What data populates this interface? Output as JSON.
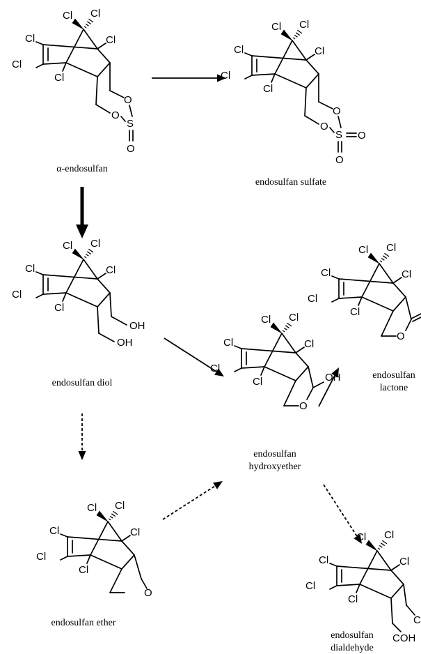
{
  "atoms": {
    "chlorine": "Cl",
    "oxygen": "O",
    "sulfur": "S",
    "hydroxyl": "OH",
    "aldehyde": "COH"
  },
  "compounds": {
    "alpha_endosulfan": "α-endosulfan",
    "endosulfan_sulfate": "endosulfan sulfate",
    "endosulfan_diol": "endosulfan diol",
    "endosulfan_ether": "endosulfan ether",
    "endosulfan_hydroxyether": [
      "endosulfan",
      "hydroxyether"
    ],
    "endosulfan_lactone": [
      "endosulfan",
      "lactone"
    ],
    "endosulfan_dialdehyde": [
      "endosulfan",
      "dialdehyde"
    ]
  }
}
